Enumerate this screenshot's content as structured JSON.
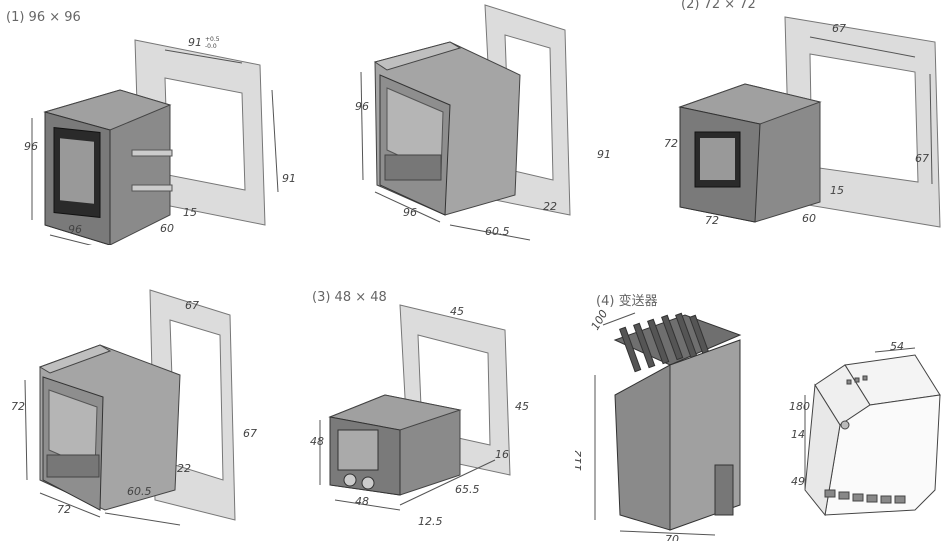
{
  "section_titles": {
    "s1": "(1) 96 × 96",
    "s2": "(2) 72 × 72",
    "s3": "(3) 48 × 48",
    "s4_num": "(4)",
    "s4_text": "变送器"
  },
  "tolerance": {
    "plus": "+0.5",
    "minus": "-0.0"
  },
  "fig_96_front": {
    "cutout_w": "91",
    "cutout_h": "91",
    "height": "96",
    "width": "96",
    "depth": "60",
    "clip": "15"
  },
  "fig_96_side": {
    "height": "96",
    "width": "96",
    "cutout_h": "91",
    "depth": "60.5",
    "clip": "22"
  },
  "fig_72_front": {
    "cutout_w": "67",
    "cutout_h": "67",
    "height": "72",
    "width": "72",
    "depth": "60",
    "clip": "15"
  },
  "fig_72_side": {
    "cutout_w": "67",
    "cutout_h": "67",
    "height": "72",
    "width": "72",
    "depth": "60.5",
    "clip": "22"
  },
  "fig_48": {
    "cutout_w": "45",
    "cutout_h": "45",
    "height": "48",
    "width": "48",
    "depth": "65.5",
    "front": "12.5",
    "clip": "16"
  },
  "fig_transmitter_a": {
    "top": "100",
    "height": "112",
    "width": "70"
  },
  "fig_transmitter_b": {
    "top": "54",
    "height": "180",
    "side": "14",
    "front": "49"
  }
}
